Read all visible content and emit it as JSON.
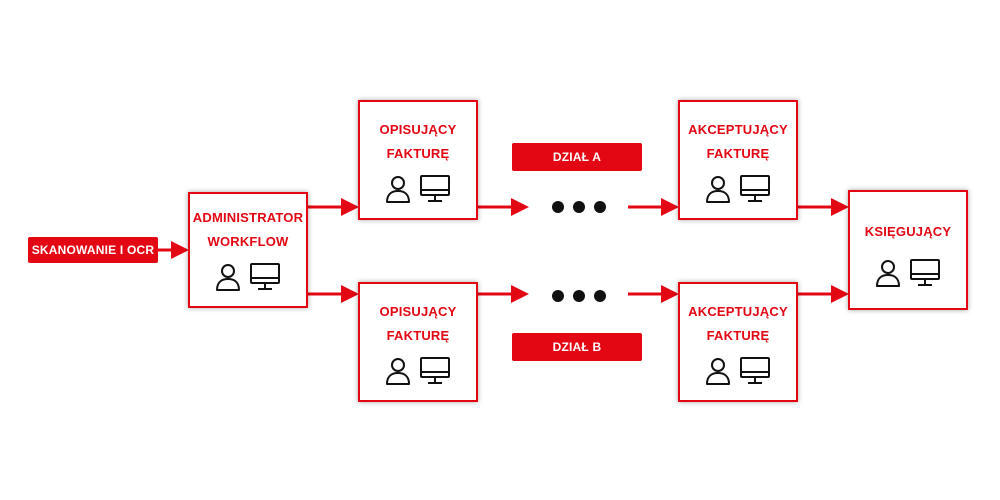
{
  "colors": {
    "accent": "#e30613",
    "dots": "#111111",
    "icon_stroke": "#111111"
  },
  "input_label": "SKANOWANIE I OCR",
  "nodes": {
    "admin": {
      "line1": "ADMINISTRATOR",
      "line2": "WORKFLOW",
      "icons": [
        "user-icon",
        "monitor-icon"
      ]
    },
    "describer_a": {
      "line1": "OPISUJĄCY",
      "line2": "FAKTURĘ",
      "icons": [
        "user-icon",
        "monitor-icon"
      ]
    },
    "describer_b": {
      "line1": "OPISUJĄCY",
      "line2": "FAKTURĘ",
      "icons": [
        "user-icon",
        "monitor-icon"
      ]
    },
    "acceptor_a": {
      "line1": "AKCEPTUJĄCY",
      "line2": "FAKTURĘ",
      "icons": [
        "user-icon",
        "monitor-icon"
      ]
    },
    "acceptor_b": {
      "line1": "AKCEPTUJĄCY",
      "line2": "FAKTURĘ",
      "icons": [
        "user-icon",
        "monitor-icon"
      ]
    },
    "accountant": {
      "line1": "KSIĘGUJĄCY",
      "icons": [
        "user-icon",
        "monitor-icon"
      ]
    }
  },
  "departments": {
    "a": "DZIAŁ A",
    "b": "DZIAŁ B"
  }
}
